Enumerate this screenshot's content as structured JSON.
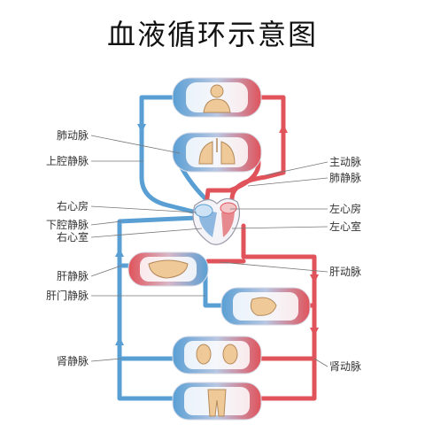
{
  "title": "血液循环示意图",
  "colors": {
    "artery": "#e0535b",
    "vein": "#5a9fd4",
    "organ": "#f0c998",
    "leader": "#777777"
  },
  "labels_left": {
    "pulmonary_artery": "肺动脉",
    "superior_vena_cava": "上腔静脉",
    "right_atrium": "右心房",
    "inferior_vena_cava": "下腔静脉",
    "right_ventricle": "右心室",
    "hepatic_vein": "肝静脉",
    "hepatic_portal_vein": "肝门静脉",
    "renal_vein": "肾静脉"
  },
  "labels_right": {
    "aorta": "主动脉",
    "pulmonary_vein": "肺静脉",
    "left_atrium": "左心房",
    "left_ventricle": "左心室",
    "hepatic_artery": "肝动脉",
    "renal_artery": "肾动脉"
  }
}
